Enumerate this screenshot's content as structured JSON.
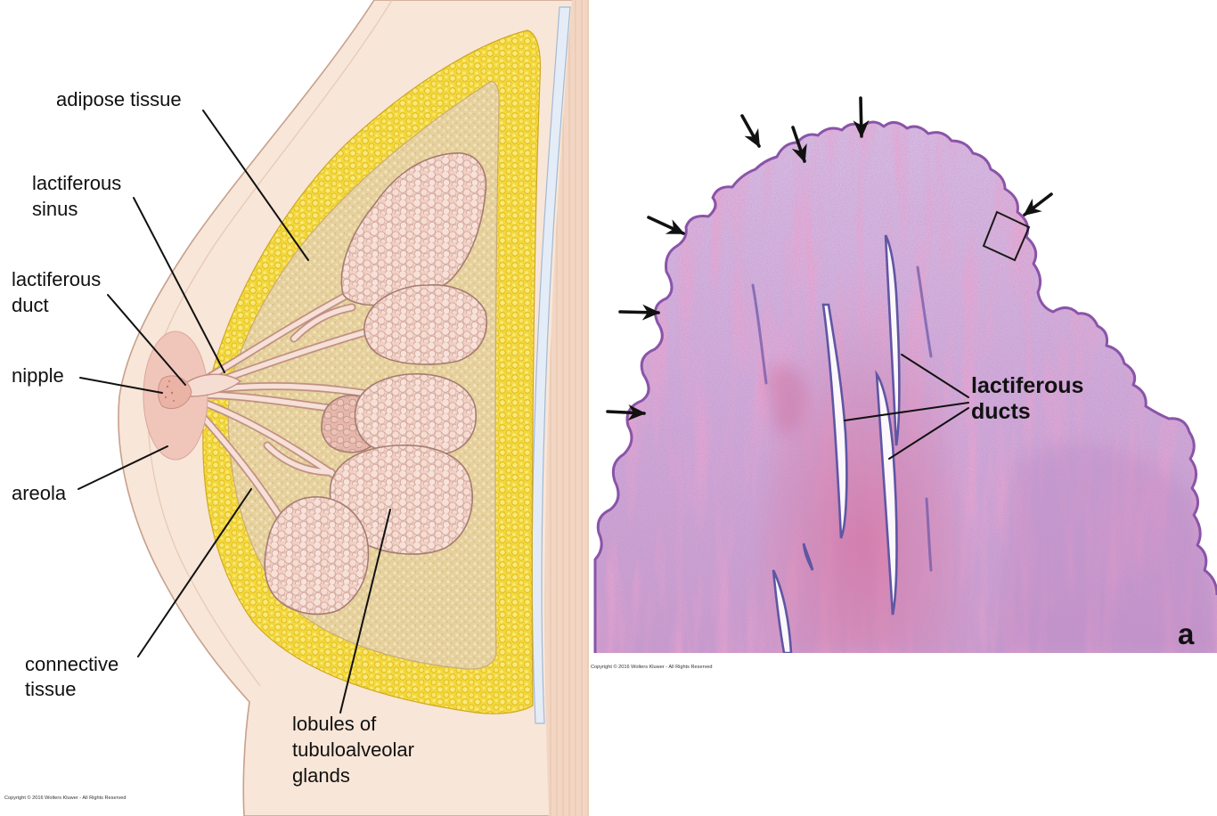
{
  "left_panel": {
    "labels": {
      "adipose_tissue": "adipose tissue",
      "lactiferous_sinus": [
        "lactiferous",
        "sinus"
      ],
      "lactiferous_duct": [
        "lactiferous",
        "duct"
      ],
      "nipple": "nipple",
      "areola": "areola",
      "connective_tissue": [
        "connective",
        "tissue"
      ],
      "lobules": [
        "lobules of",
        "tubuloalveolar",
        "glands"
      ]
    },
    "copyright": "Copyright © 2016 Wolters Kluwer - All Rights Reserved"
  },
  "right_panel": {
    "labels": {
      "lactiferous_ducts": [
        "lactiferous",
        "ducts"
      ]
    },
    "panel_letter": "a",
    "copyright": "Copyright © 2016 Wolters Kluwer - All Rights Reserved"
  }
}
